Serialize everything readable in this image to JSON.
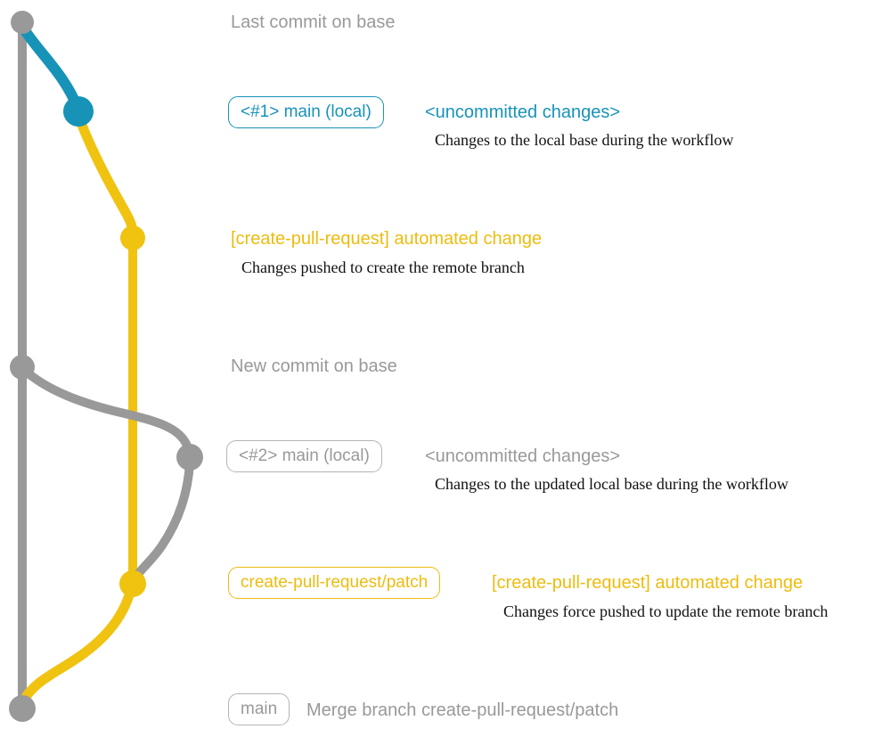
{
  "colors": {
    "gray": "#999999",
    "blue": "#1793b8",
    "yellow": "#f0c311",
    "yellow_text": "#edbc0f",
    "note_black": "#101010",
    "box_border_gray": "#b4b4b4",
    "background": "#ffffff"
  },
  "annotations": {
    "last_commit": {
      "heading": "Last commit on base"
    },
    "main_local_1": {
      "badge": "<#1> main (local)",
      "title": "<uncommitted changes>",
      "note": "Changes to the local base during the workflow"
    },
    "automated_change_1": {
      "title": "[create-pull-request] automated change",
      "note": "Changes pushed to create the remote branch"
    },
    "new_commit": {
      "heading": "New commit on base"
    },
    "main_local_2": {
      "badge": "<#2> main (local)",
      "title": "<uncommitted changes>",
      "note": "Changes to the updated local base during the workflow"
    },
    "patch_branch": {
      "badge": "create-pull-request/patch",
      "title": "[create-pull-request] automated change",
      "note": "Changes force pushed to update the remote branch"
    },
    "merge": {
      "badge": "main",
      "title": "Merge branch create-pull-request/patch"
    }
  },
  "graph": {
    "branch_colors": {
      "base": "gray",
      "local_main": "blue",
      "create_pull_request_patch": "yellow"
    },
    "commits": [
      {
        "name": "last-commit-on-base",
        "color": "gray"
      },
      {
        "name": "uncommitted-changes-1",
        "color": "blue"
      },
      {
        "name": "automated-change-1",
        "color": "yellow"
      },
      {
        "name": "new-commit-on-base",
        "color": "gray"
      },
      {
        "name": "uncommitted-changes-2",
        "color": "gray"
      },
      {
        "name": "automated-change-2",
        "color": "yellow"
      },
      {
        "name": "merge-commit",
        "color": "gray"
      }
    ]
  }
}
